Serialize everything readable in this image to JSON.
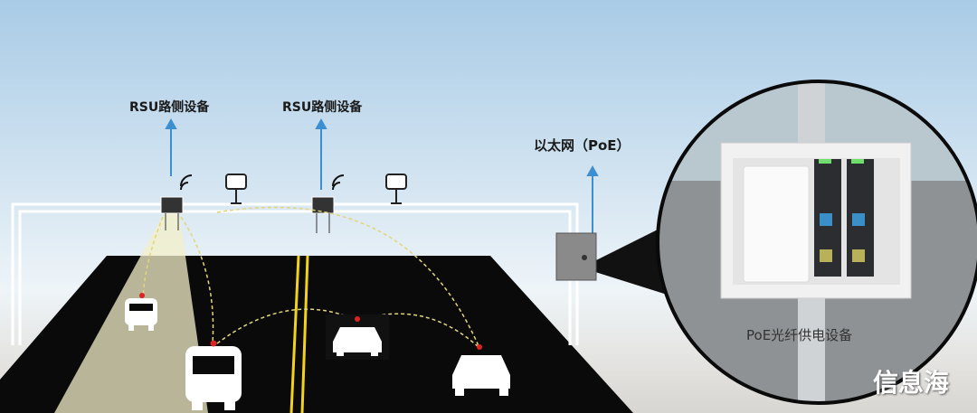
{
  "labels": {
    "rsu_1": "RSU路侧设备",
    "rsu_2": "RSU路侧设备",
    "ethernet": "以太网（PoE）",
    "poe_device": "PoE光纤供电设备",
    "watermark": "信息海"
  },
  "colors": {
    "arrow": "#3b8fd0",
    "road": "#0a0a0a",
    "lane": "#f2d21a",
    "beam": "#f3efc8",
    "link": "#e3d67a"
  }
}
